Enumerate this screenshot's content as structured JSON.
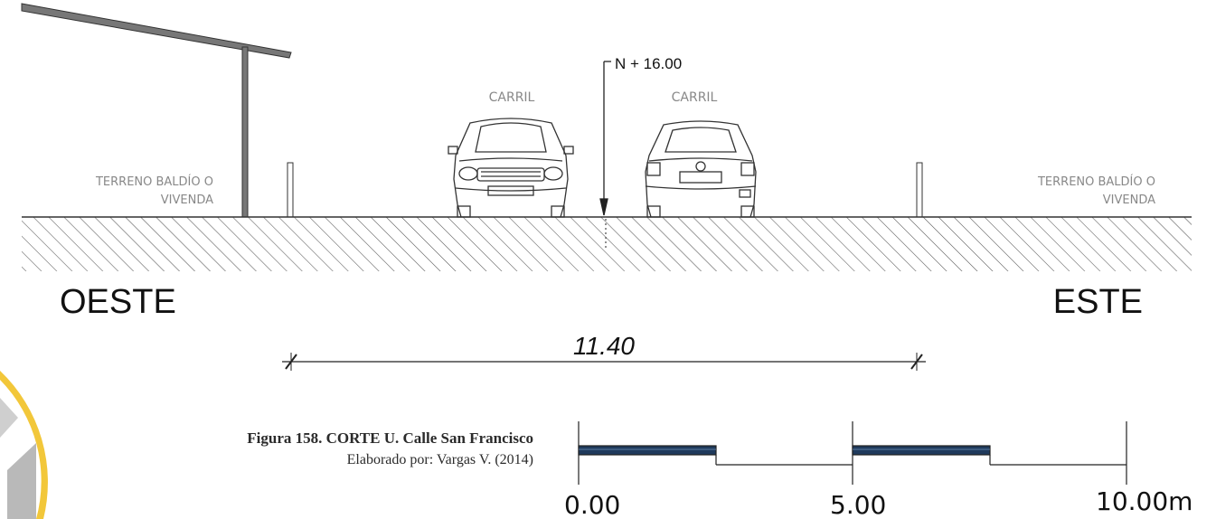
{
  "labels": {
    "left_land": [
      "TERRENO BALDÍO O",
      "VIVENDA"
    ],
    "right_land": [
      "TERRENO BALDÍO O",
      "VIVENDA"
    ],
    "lane_left": "CARRIL",
    "lane_right": "CARRIL",
    "level_mark": "N + 16.00",
    "west": "OESTE",
    "east": "ESTE",
    "dimension": "11.40"
  },
  "caption": {
    "title": "Figura  158. CORTE U. Calle San Francisco",
    "subtitle": "Elaborado por: Vargas V. (2014)"
  },
  "scale_bar": {
    "labels": [
      "0.00",
      "5.00",
      "10.00m"
    ]
  },
  "colors": {
    "line": "#333333",
    "scale_fill": "#1f3a5c",
    "seal_yellow": "#f2c73a",
    "seal_gray": "#b9b9b9"
  }
}
